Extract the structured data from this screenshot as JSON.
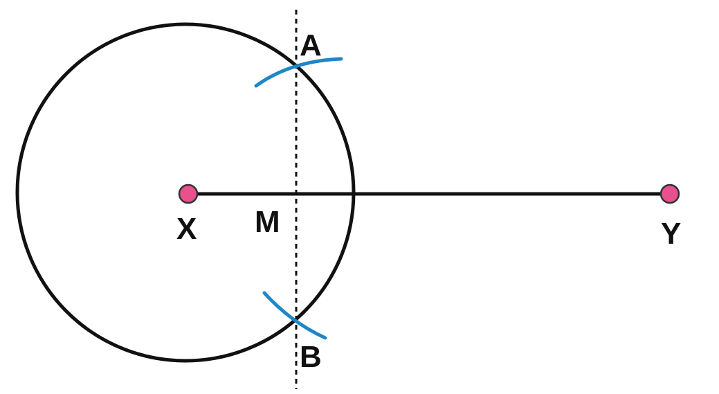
{
  "points": {
    "x": "X",
    "y": "Y",
    "m": "M",
    "a": "A",
    "b": "B"
  },
  "colors": {
    "stroke": "#111111",
    "arc": "#1f86c8",
    "point_fill": "#e8508e",
    "background": "#ffffff"
  }
}
